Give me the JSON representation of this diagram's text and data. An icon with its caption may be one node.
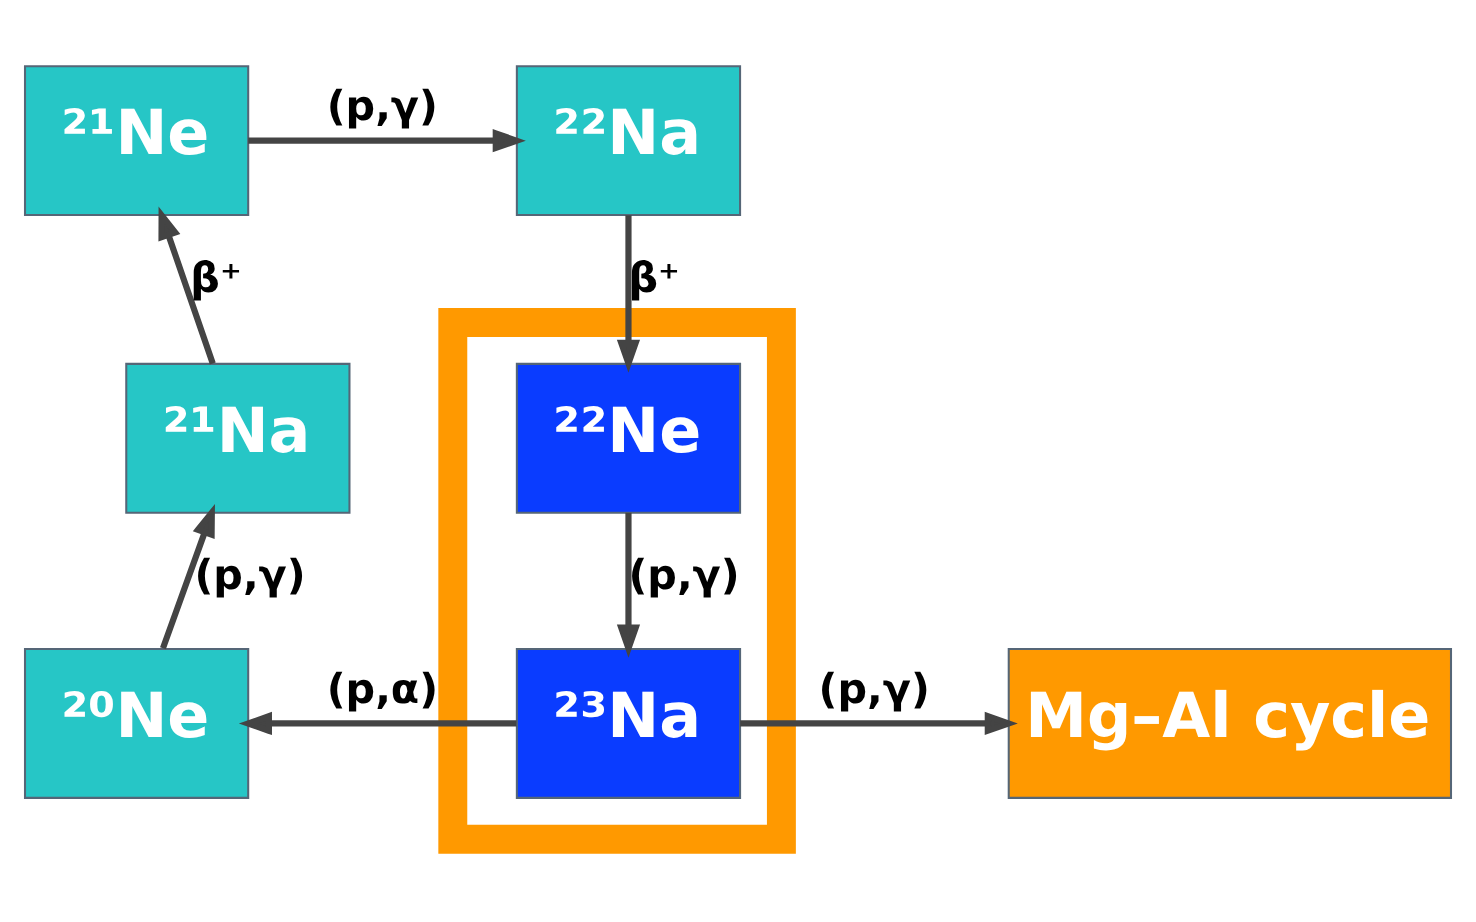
{
  "diagram": {
    "nodes": [
      {
        "text": [
          "²¹Ne"
        ]
      },
      {
        "text": [
          "²²Na"
        ]
      },
      {
        "text": [
          "²¹Na"
        ]
      },
      {
        "text": [],
        "shape": "box"
      },
      {
        "text": [
          "²²Ne"
        ],
        "in": 3
      },
      {
        "text": [
          "²⁰Ne"
        ]
      },
      {
        "text": [
          "²³Na"
        ],
        "in": 3
      },
      {
        "text": [
          "Mg–Al cycle"
        ]
      }
    ],
    "edges": [
      {
        "from": 0,
        "to": 1,
        "arrow": "to",
        "label": "(p,γ)"
      },
      {
        "from": 1,
        "to": 4,
        "arrow": "to",
        "label": "β⁺"
      },
      {
        "from": 4,
        "to": 6,
        "arrow": "to",
        "label": "(p,γ)"
      },
      {
        "from": 6,
        "to": 5,
        "arrow": "to",
        "label": "(p,α)"
      },
      {
        "from": 5,
        "to": 2,
        "arrow": "to",
        "label": "(p,γ)"
      },
      {
        "from": 2,
        "to": 0,
        "arrow": "to",
        "label": "β⁺"
      },
      {
        "from": 6,
        "to": 7,
        "arrow": "to",
        "label": "(p,γ)"
      }
    ]
  }
}
